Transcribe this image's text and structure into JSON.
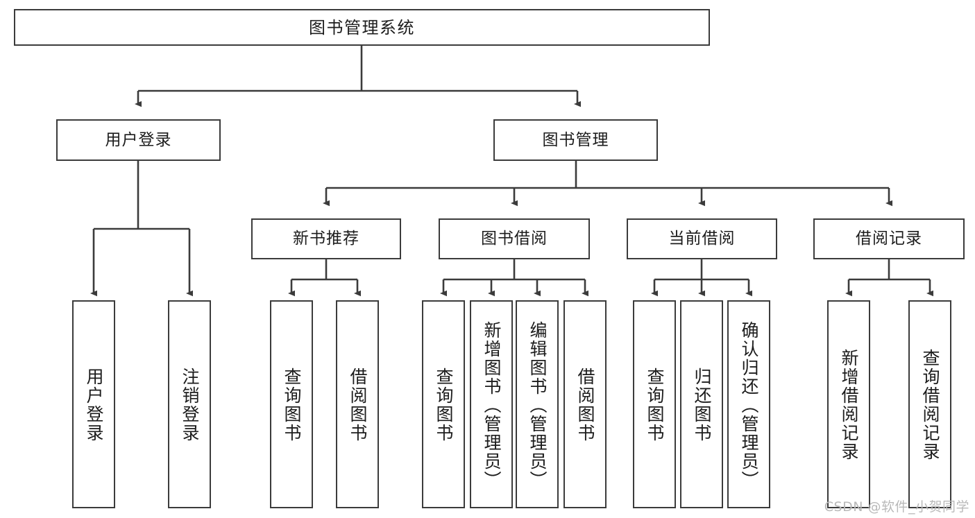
{
  "diagram": {
    "title": "图书管理系统",
    "type": "tree",
    "watermark": "CSDN @软件_小贺同学",
    "colors": {
      "box_border": "#3b3b3b",
      "box_fill": "#ffffff",
      "edge": "#3b3b3b",
      "background": "#ffffff",
      "watermark": "#b9b9b9"
    },
    "nodes": {
      "root": {
        "label": "图书管理系统",
        "level": 1
      },
      "login": {
        "label": "用户登录",
        "level": 2
      },
      "book_mgmt": {
        "label": "图书管理",
        "level": 2
      },
      "new_book_rec": {
        "label": "新书推荐",
        "level": 3
      },
      "book_borrow": {
        "label": "图书借阅",
        "level": 3
      },
      "current_borrow": {
        "label": "当前借阅",
        "level": 3
      },
      "borrow_record": {
        "label": "借阅记录",
        "level": 3
      },
      "leaf_user_login": {
        "label": "用户登录",
        "level": 4
      },
      "leaf_logout": {
        "label": "注销登录",
        "level": 4
      },
      "leaf_query_book_1": {
        "label": "查询图书",
        "level": 4
      },
      "leaf_borrow_book_1": {
        "label": "借阅图书",
        "level": 4
      },
      "leaf_query_book_2": {
        "label": "查询图书",
        "level": 4
      },
      "leaf_add_book": {
        "label": "新增图书（管理员）",
        "level": 4
      },
      "leaf_edit_book": {
        "label": "编辑图书（管理员）",
        "level": 4
      },
      "leaf_borrow_book_2": {
        "label": "借阅图书",
        "level": 4
      },
      "leaf_query_book_3": {
        "label": "查询图书",
        "level": 4
      },
      "leaf_return_book": {
        "label": "归还图书",
        "level": 4
      },
      "leaf_confirm_return": {
        "label": "确认归还（管理员）",
        "level": 4
      },
      "leaf_add_record": {
        "label": "新增借阅记录",
        "level": 4
      },
      "leaf_query_record": {
        "label": "查询借阅记录",
        "level": 4
      }
    },
    "edges": [
      {
        "from": "root",
        "to": "login"
      },
      {
        "from": "root",
        "to": "book_mgmt"
      },
      {
        "from": "login",
        "to": "leaf_user_login"
      },
      {
        "from": "login",
        "to": "leaf_logout"
      },
      {
        "from": "book_mgmt",
        "to": "new_book_rec"
      },
      {
        "from": "book_mgmt",
        "to": "book_borrow"
      },
      {
        "from": "book_mgmt",
        "to": "current_borrow"
      },
      {
        "from": "book_mgmt",
        "to": "borrow_record"
      },
      {
        "from": "new_book_rec",
        "to": "leaf_query_book_1"
      },
      {
        "from": "new_book_rec",
        "to": "leaf_borrow_book_1"
      },
      {
        "from": "book_borrow",
        "to": "leaf_query_book_2"
      },
      {
        "from": "book_borrow",
        "to": "leaf_add_book"
      },
      {
        "from": "book_borrow",
        "to": "leaf_edit_book"
      },
      {
        "from": "book_borrow",
        "to": "leaf_borrow_book_2"
      },
      {
        "from": "current_borrow",
        "to": "leaf_query_book_3"
      },
      {
        "from": "current_borrow",
        "to": "leaf_return_book"
      },
      {
        "from": "current_borrow",
        "to": "leaf_confirm_return"
      },
      {
        "from": "borrow_record",
        "to": "leaf_add_record"
      },
      {
        "from": "borrow_record",
        "to": "leaf_query_record"
      }
    ]
  }
}
